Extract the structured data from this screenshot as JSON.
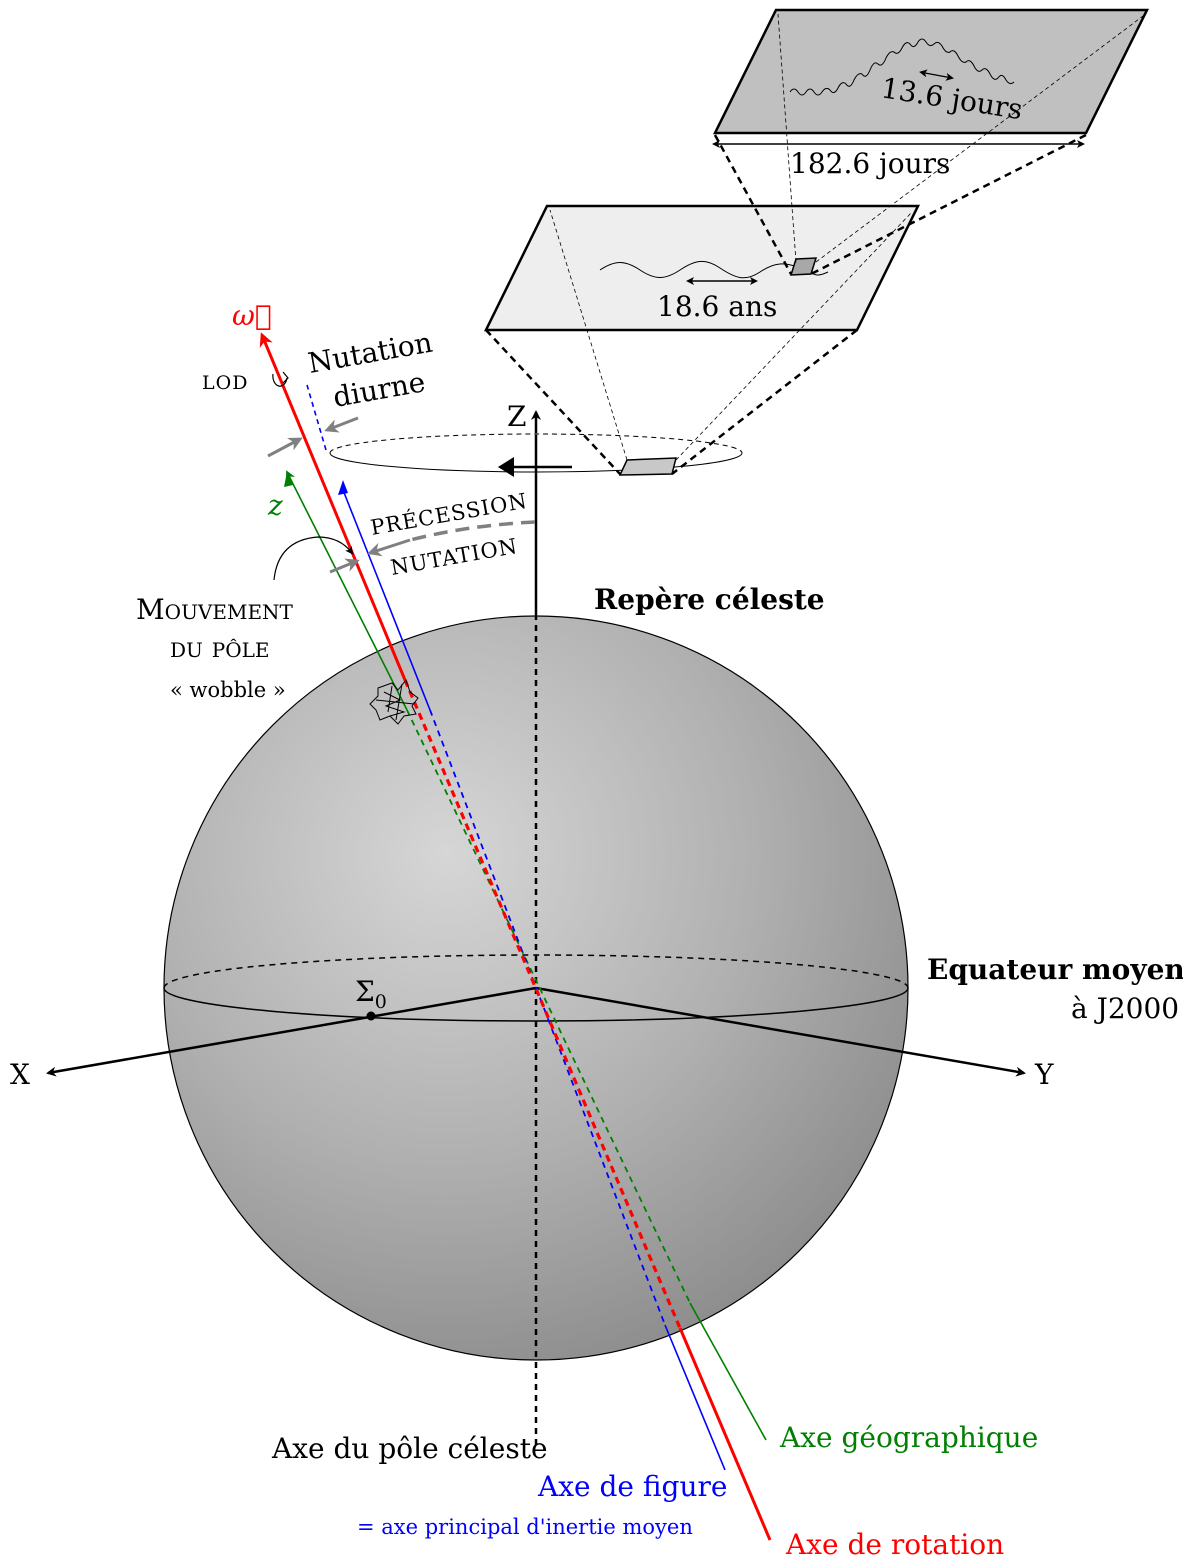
{
  "colors": {
    "rotation_axis": "#ff0000",
    "figure_axis": "#0000ff",
    "geographic_axis": "#008000",
    "arrow_grey": "#808080",
    "panel_fill_front": "#eeeeee",
    "panel_fill_back": "#c0c0c0"
  },
  "labels": {
    "omega": "ω⃗",
    "lod": "LOD",
    "nutation_diurne_1": "Nutation",
    "nutation_diurne_2": "diurne",
    "z_axis": "z",
    "z_cap": "Z",
    "precession": "PRÉCESSION",
    "nutation": "NUTATION",
    "mouvement_1": "Mouvement",
    "mouvement_2": "du pôle",
    "wobble": "« wobble »",
    "repere": "Repère céleste",
    "equateur_1": "Equateur moyen",
    "equateur_2": "à J2000",
    "sigma": "Σ",
    "sigma_sub": "0",
    "x_axis": "X",
    "y_axis": "Y",
    "period_18_6": "18.6 ans",
    "period_182_6": "182.6 jours",
    "period_13_6": "13.6 jours",
    "axe_pole": "Axe du pôle céleste",
    "axe_figure": "Axe de figure",
    "axe_inertie": "= axe principal d'inertie moyen",
    "axe_geo": "Axe géographique",
    "axe_rotation": "Axe de rotation"
  },
  "icons": [
    "rotation-arrow-icon",
    "wobble-scribble-icon"
  ]
}
